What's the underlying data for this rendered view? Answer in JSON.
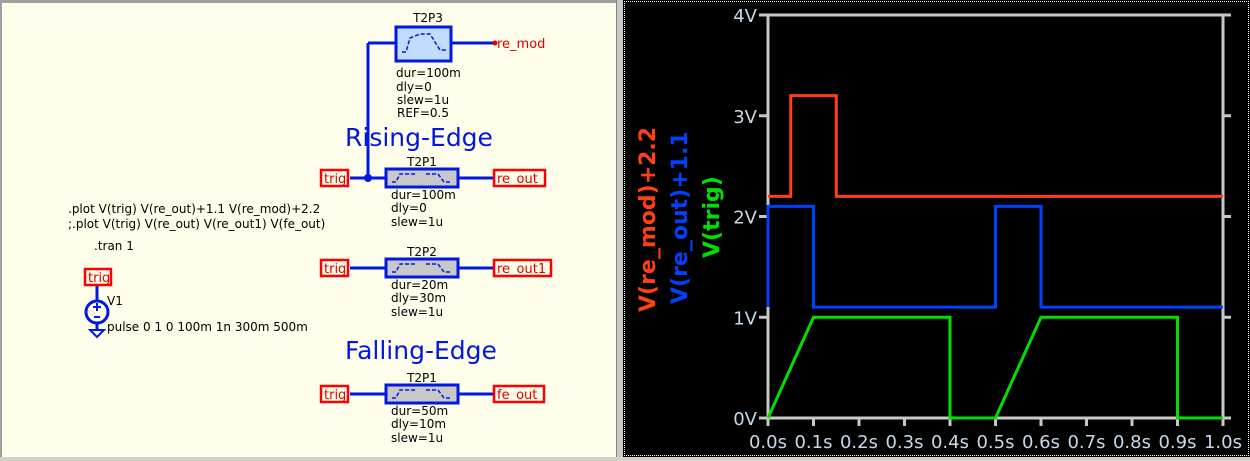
{
  "schematic": {
    "directives": {
      "plot1": ".plot V(trig) V(re_out)+1.1 V(re_mod)+2.2",
      "plot2": ";.plot V(trig) V(re_out) V(re_out1) V(fe_out)",
      "tran": ".tran 1"
    },
    "source": {
      "name": "V1",
      "value": "pulse 0 1 0 100m 1n 300m 500m",
      "net": "trig"
    },
    "section_titles": {
      "rising": "Rising-Edge",
      "falling": "Falling-Edge"
    },
    "blocks": [
      {
        "name": "T2P3",
        "params": [
          "dur=100m",
          "dly=0",
          "slew=1u",
          "REF=0.5"
        ],
        "in": "",
        "out": "re_mod"
      },
      {
        "name": "T2P1",
        "params": [
          "dur=100m",
          "dly=0",
          "slew=1u"
        ],
        "in": "trig",
        "out": "re_out"
      },
      {
        "name": "T2P2",
        "params": [
          "dur=20m",
          "dly=30m",
          "slew=1u"
        ],
        "in": "trig",
        "out": "re_out1"
      },
      {
        "name": "T2P1",
        "params": [
          "dur=50m",
          "dly=10m",
          "slew=1u"
        ],
        "in": "trig",
        "out": "fe_out"
      }
    ],
    "symbol_labels": {
      "dur": "dur",
      "dly": "dly",
      "slew": "slew"
    }
  },
  "chart_data": {
    "type": "line",
    "title": "",
    "xlabel": "",
    "ylabel": "",
    "xlim": [
      0,
      1.0
    ],
    "ylim": [
      0,
      4
    ],
    "x_ticks": [
      "0.0s",
      "0.1s",
      "0.2s",
      "0.3s",
      "0.4s",
      "0.5s",
      "0.6s",
      "0.7s",
      "0.8s",
      "0.9s",
      "1.0s"
    ],
    "y_ticks": [
      "0V",
      "1V",
      "2V",
      "3V",
      "4V"
    ],
    "legend_placement": "left-vertical",
    "series": [
      {
        "name": "V(re_mod)+2.2",
        "color": "#ff4010",
        "x": [
          0,
          0.05,
          0.05,
          0.15,
          0.15,
          1.0
        ],
        "y": [
          2.2,
          2.2,
          3.2,
          3.2,
          2.2,
          2.2
        ]
      },
      {
        "name": "V(re_out)+1.1",
        "color": "#0040ff",
        "x": [
          0,
          0,
          0.1,
          0.1,
          0.5,
          0.5,
          0.6,
          0.6,
          1.0
        ],
        "y": [
          1.1,
          2.1,
          2.1,
          1.1,
          1.1,
          2.1,
          2.1,
          1.1,
          1.1
        ]
      },
      {
        "name": "V(trig)",
        "color": "#00e000",
        "x": [
          0,
          0.1,
          0.4,
          0.4,
          0.5,
          0.6,
          0.9,
          0.9,
          1.0
        ],
        "y": [
          0,
          1,
          1,
          0,
          0,
          1,
          1,
          0,
          0
        ]
      }
    ]
  }
}
